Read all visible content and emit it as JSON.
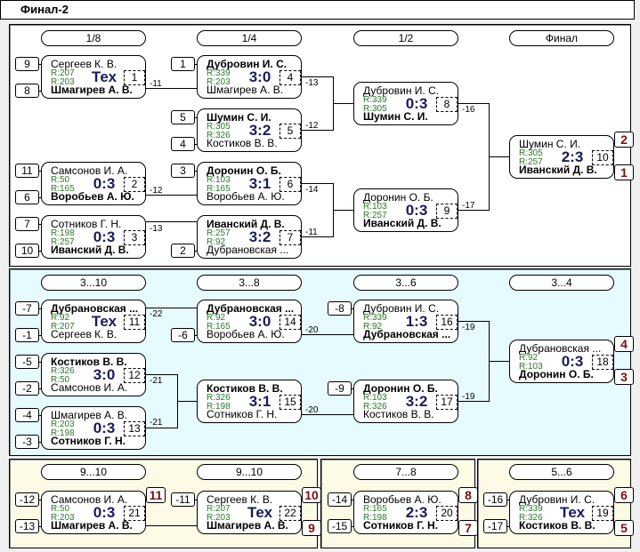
{
  "window": {
    "title": "Финал-2"
  },
  "rounds": {
    "main": [
      "1/8",
      "1/4",
      "1/2",
      "Финал"
    ],
    "consolation": [
      "3...10",
      "3...8",
      "3...6",
      "3...4"
    ],
    "bottom": [
      "9...10",
      "9...10",
      "7...8",
      "5...6"
    ]
  },
  "seeds": [
    "9",
    "8",
    "1",
    "5",
    "4",
    "11",
    "6",
    "3",
    "7",
    "10",
    "2",
    "-7",
    "-1",
    "-6",
    "-5",
    "-2",
    "-4",
    "-3",
    "-8",
    "-9",
    "-12",
    "-13",
    "-11",
    "-14",
    "-15",
    "-16",
    "-17"
  ],
  "matches": [
    {
      "num": "1",
      "p1": "Сергеев К. В.",
      "p2": "Шмагирев А. В.",
      "r1": "R:207",
      "r2": "R:203",
      "score": "Тех",
      "winner": 2,
      "loser_to": "-11"
    },
    {
      "num": "2",
      "p1": "Самсонов И. А.",
      "p2": "Воробьев А. Ю.",
      "r1": "R:50",
      "r2": "R:165",
      "score": "0:3",
      "winner": 2,
      "loser_to": "-12"
    },
    {
      "num": "3",
      "p1": "Сотников Г. Н.",
      "p2": "Иванский Д. В.",
      "r1": "R:198",
      "r2": "R:257",
      "score": "0:3",
      "winner": 2,
      "loser_to": "-13"
    },
    {
      "num": "4",
      "p1": "Дубровин И. С.",
      "p2": "Шмагирев А. В.",
      "r1": "R:339",
      "r2": "R:203",
      "score": "3:0",
      "winner": 1,
      "loser_to": "-13"
    },
    {
      "num": "5",
      "p1": "Шумин С. И.",
      "p2": "Костиков В. В.",
      "r1": "R:305",
      "r2": "R:326",
      "score": "3:2",
      "winner": 1,
      "loser_to": "-12"
    },
    {
      "num": "6",
      "p1": "Доронин О. Б.",
      "p2": "Воробьев А. Ю.",
      "r1": "R:103",
      "r2": "R:165",
      "score": "3:1",
      "winner": 1,
      "loser_to": "-14"
    },
    {
      "num": "7",
      "p1": "Иванский Д. В.",
      "p2": "Дубрановская ...",
      "r1": "R:257",
      "r2": "R:92",
      "score": "3:2",
      "winner": 1,
      "loser_to": "-11"
    },
    {
      "num": "8",
      "p1": "Дубровин И. С.",
      "p2": "Шумин С. И.",
      "r1": "R:339",
      "r2": "R:305",
      "score": "0:3",
      "winner": 2,
      "loser_to": "-16"
    },
    {
      "num": "9",
      "p1": "Доронин О. Б.",
      "p2": "Иванский Д. В.",
      "r1": "R:103",
      "r2": "R:257",
      "score": "0:3",
      "winner": 2,
      "loser_to": "-17"
    },
    {
      "num": "10",
      "p1": "Шумин С. И.",
      "p2": "Иванский Д. В.",
      "r1": "R:305",
      "r2": "R:257",
      "score": "2:3",
      "winner": 2,
      "place1": "2",
      "place2": "1"
    },
    {
      "num": "11",
      "p1": "Дубрановская ...",
      "p2": "Сергеев К. В.",
      "r1": "R:92",
      "r2": "R:207",
      "score": "Тех",
      "winner": 1,
      "loser_to": "-22"
    },
    {
      "num": "12",
      "p1": "Костиков В. В.",
      "p2": "Самсонов И. А.",
      "r1": "R:326",
      "r2": "R:50",
      "score": "3:0",
      "winner": 1,
      "loser_to": "-21"
    },
    {
      "num": "13",
      "p1": "Шмагирев А. В.",
      "p2": "Сотников Г. Н.",
      "r1": "R:203",
      "r2": "R:198",
      "score": "0:3",
      "winner": 2,
      "loser_to": "-21"
    },
    {
      "num": "14",
      "p1": "Дубрановская ...",
      "p2": "Воробьев А. Ю.",
      "r1": "R:92",
      "r2": "R:165",
      "score": "3:0",
      "winner": 1,
      "loser_to": "-20"
    },
    {
      "num": "15",
      "p1": "Костиков В. В.",
      "p2": "Сотников Г. Н.",
      "r1": "R:326",
      "r2": "R:198",
      "score": "3:1",
      "winner": 1,
      "loser_to": "-20"
    },
    {
      "num": "16",
      "p1": "Дубровин И. С.",
      "p2": "Дубрановская ...",
      "r1": "R:339",
      "r2": "R:92",
      "score": "1:3",
      "winner": 2,
      "loser_to": "-19"
    },
    {
      "num": "17",
      "p1": "Доронин О. Б.",
      "p2": "Костиков В. В.",
      "r1": "R:103",
      "r2": "R:326",
      "score": "3:2",
      "winner": 1,
      "loser_to": "-19"
    },
    {
      "num": "18",
      "p1": "Дубрановская ...",
      "p2": "Доронин О. Б.",
      "r1": "R:92",
      "r2": "R:103",
      "score": "0:3",
      "winner": 2,
      "place1": "4",
      "place2": "3"
    },
    {
      "num": "21",
      "p1": "Самсонов И. А.",
      "p2": "Шмагирев А. В.",
      "r1": "R:50",
      "r2": "R:203",
      "score": "0:3",
      "winner": 2,
      "place1": "11"
    },
    {
      "num": "22",
      "p1": "Сергеев К. В.",
      "p2": "Шмагирев А. В.",
      "r1": "R:207",
      "r2": "R:203",
      "score": "Тех",
      "winner": 2,
      "place1": "10",
      "place2": "9"
    },
    {
      "num": "20",
      "p1": "Воробьев А. Ю.",
      "p2": "Сотников Г. Н.",
      "r1": "R:165",
      "r2": "R:198",
      "score": "2:3",
      "winner": 2,
      "place1": "8",
      "place2": "7"
    },
    {
      "num": "19",
      "p1": "Дубровин И. С.",
      "p2": "Костиков В. В.",
      "r1": "R:339",
      "r2": "R:326",
      "score": "Тех",
      "winner": 2,
      "place1": "6",
      "place2": "5"
    }
  ]
}
